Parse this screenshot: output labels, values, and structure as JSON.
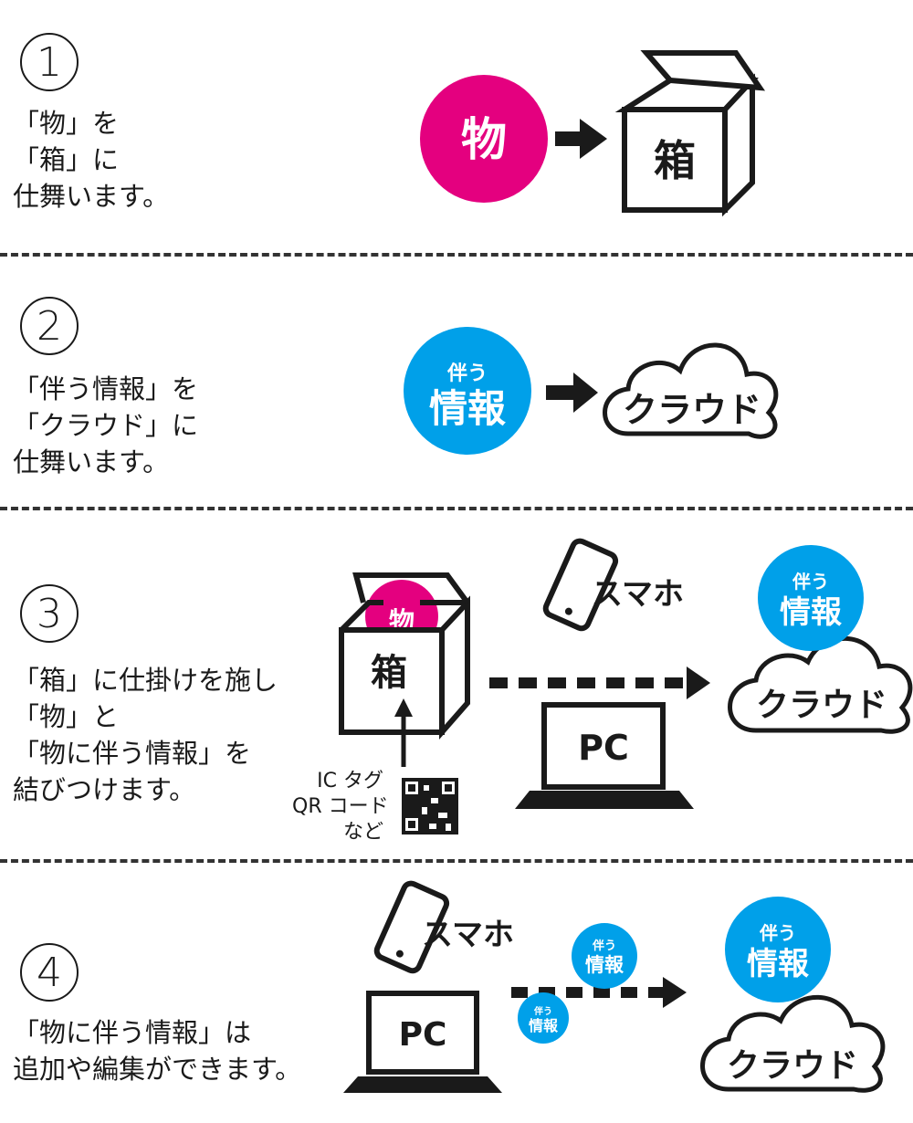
{
  "colors": {
    "magenta": "#e4007f",
    "cyan": "#00a0e9",
    "ink": "#1a1a1a"
  },
  "steps": [
    {
      "number": "1",
      "text": "「物」を\n「箱」に\n仕舞います。"
    },
    {
      "number": "2",
      "text": "「伴う情報」を\n「クラウド」に\n仕舞います。"
    },
    {
      "number": "3",
      "text": "「箱」に仕掛けを施し\n「物」と\n「物に伴う情報」を\n結びつけます。"
    },
    {
      "number": "4",
      "text": "「物に伴う情報」は\n追加や編集ができます。"
    }
  ],
  "labels": {
    "mono": "物",
    "hako": "箱",
    "tomonau": "伴う",
    "jouhou": "情報",
    "cloud": "クラウド",
    "smartphone": "スマホ",
    "pc": "PC",
    "tags": "IC タグ\nQR コード\nなど"
  },
  "icons": [
    "box-icon",
    "cloud-icon",
    "smartphone-icon",
    "laptop-icon",
    "qr-code-icon",
    "arrow-icon"
  ]
}
